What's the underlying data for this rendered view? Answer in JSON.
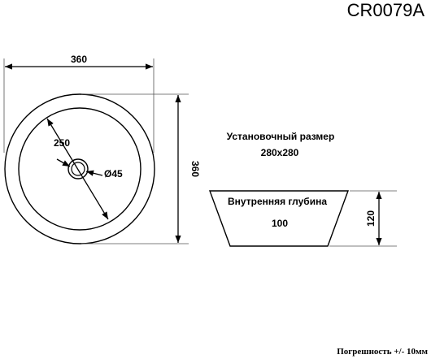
{
  "model_code": "CR0079A",
  "top_view": {
    "width_label": "360",
    "height_label": "360",
    "inner_diameter_label": "250",
    "drain_label": "Ø45"
  },
  "install_size": {
    "title": "Установочный размер",
    "value": "280x280"
  },
  "side_view": {
    "depth_title": "Внутренняя глубина",
    "depth_value": "100",
    "height_label": "120"
  },
  "tolerance_note": "Погрешность +/- 10мм"
}
